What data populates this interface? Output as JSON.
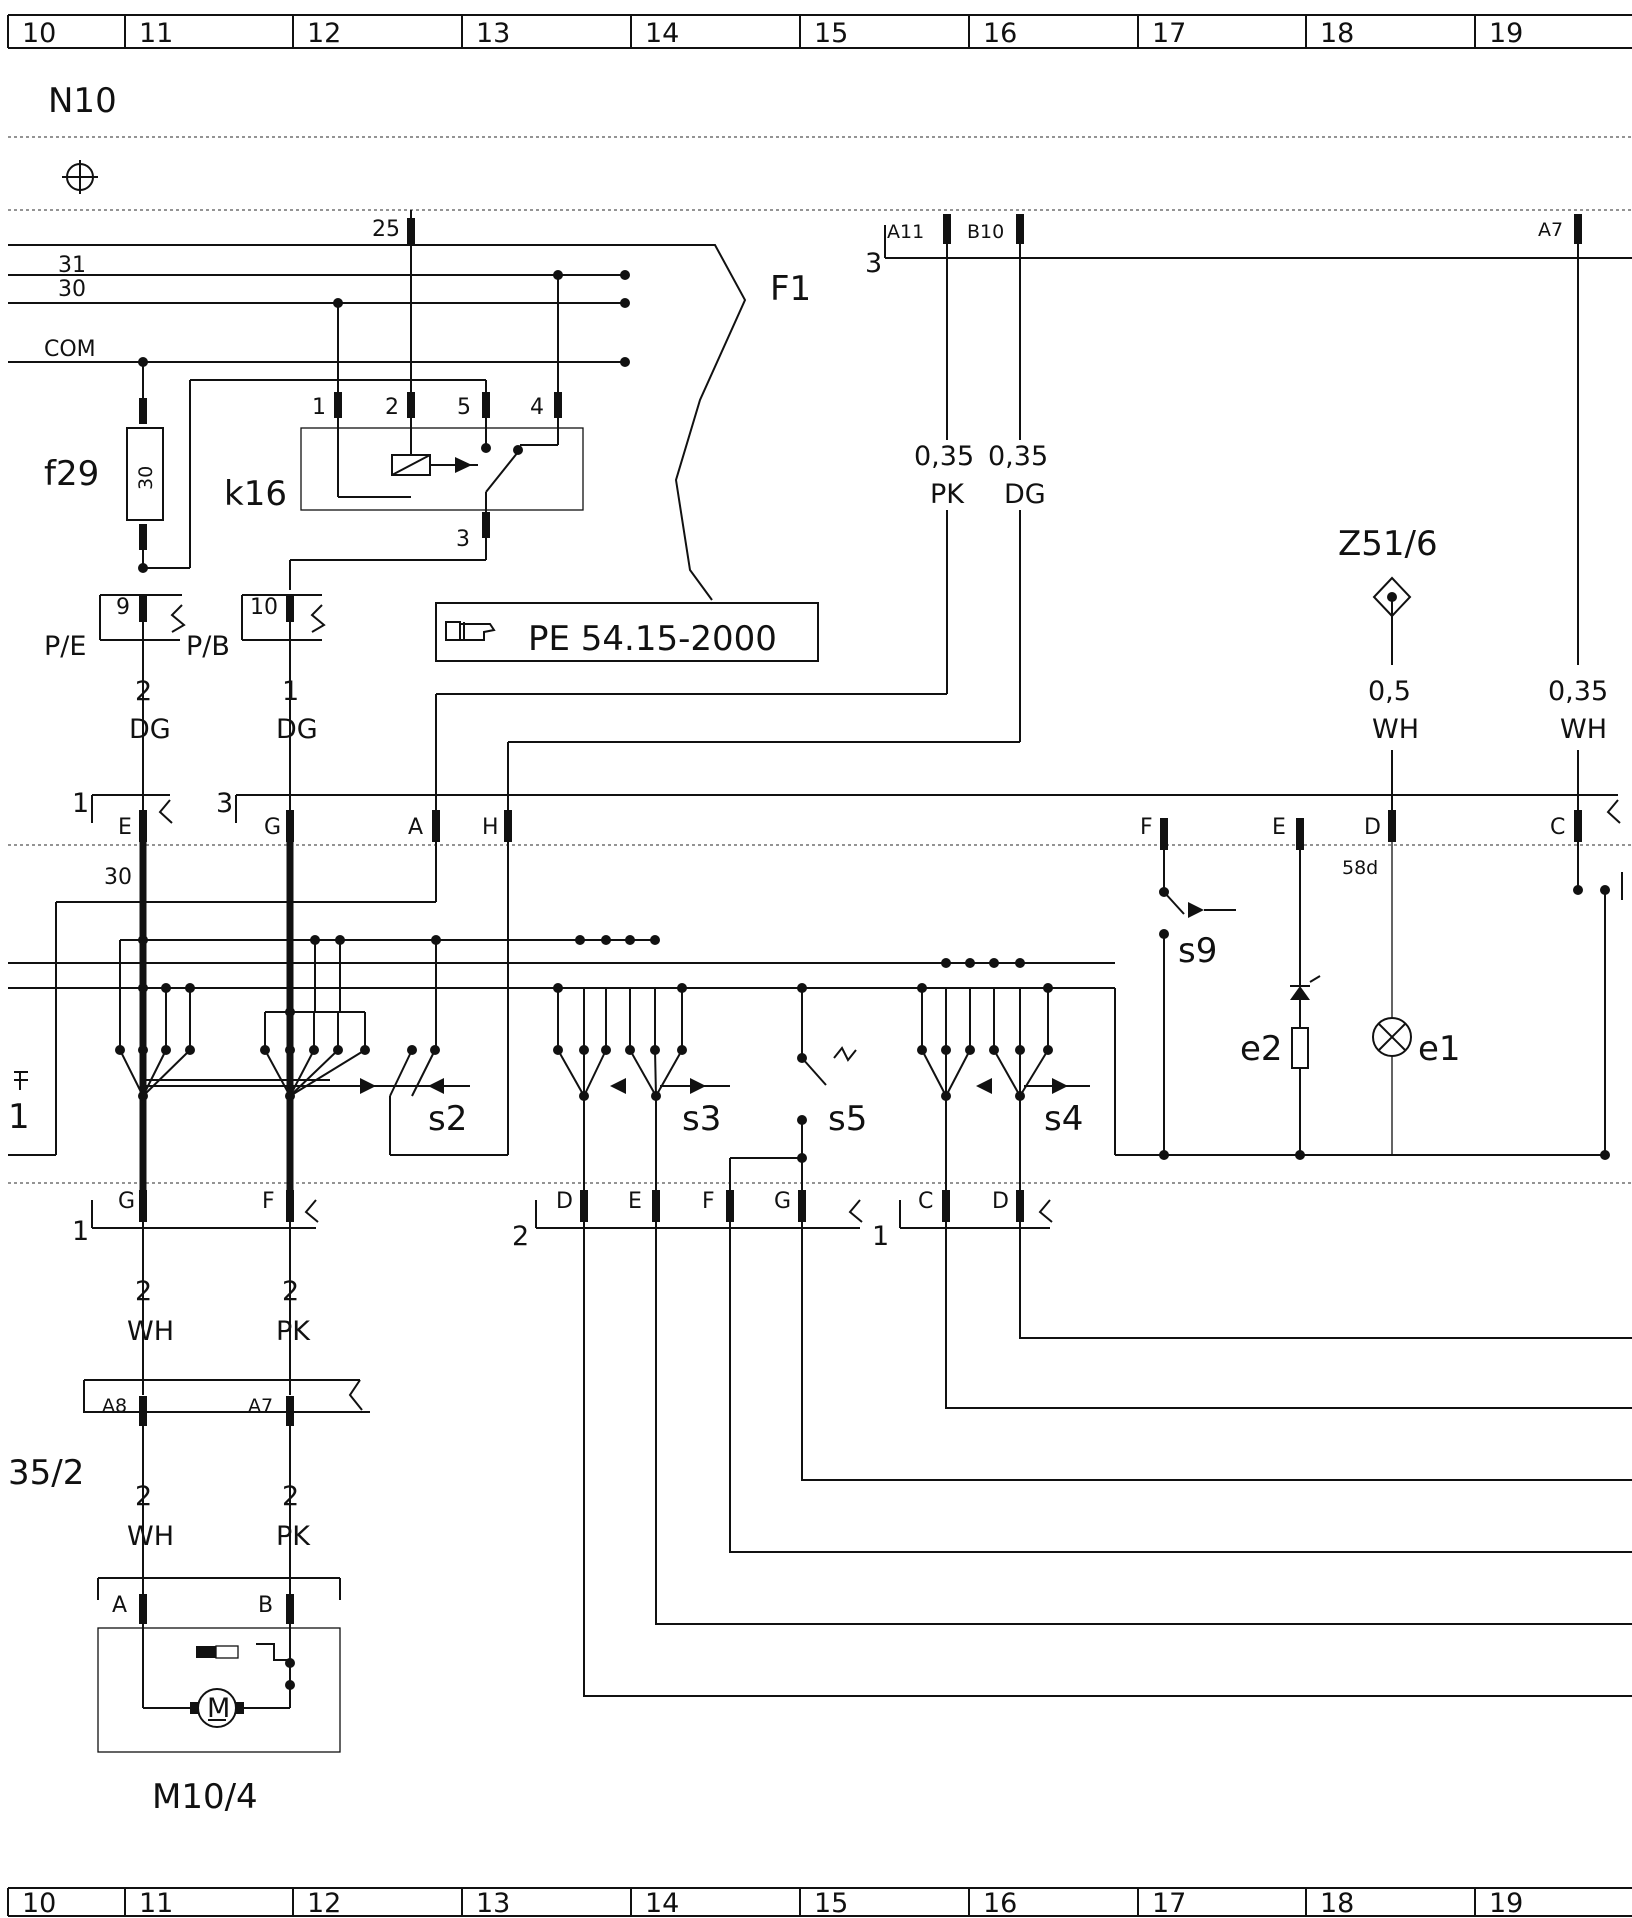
{
  "grid": {
    "columns": [
      "10",
      "11",
      "12",
      "13",
      "14",
      "15",
      "16",
      "17",
      "18",
      "19"
    ]
  },
  "header": {
    "module": "N10"
  },
  "icons": {
    "module_symbol": "crosshair-circle-icon",
    "reference_pointer": "pointing-hand-icon"
  },
  "labels": {
    "bus_31": "31",
    "bus_30": "30",
    "bus_com": "COM",
    "area_f1": "F1",
    "fuse": "f29",
    "fuse_rating": "30",
    "relay": "k16",
    "p_e": "P/E",
    "p_b": "P/B",
    "ref": "PE 54.15-2000",
    "ground_point": "Z51/6",
    "terminal_30": "30",
    "terminal_58d": "58d",
    "s2": "s2",
    "s3": "s3",
    "s4": "s4",
    "s5": "s5",
    "s9": "s9",
    "e1": "e1",
    "e2": "e2",
    "connector_35_2": "35/2",
    "motor": "M10/4",
    "motor_letter": "M"
  },
  "pins": {
    "relay_25": "25",
    "relay_1": "1",
    "relay_2": "2",
    "relay_5": "5",
    "relay_4": "4",
    "relay_3": "3",
    "n10_a11": "A11",
    "n10_b10": "B10",
    "n10_a7": "A7",
    "n10_conn": "3",
    "p9": "9",
    "p10": "10",
    "c1_num": "1",
    "c1_e": "E",
    "c3_num": "3",
    "c3_g": "G",
    "c3_a": "A",
    "c3_h": "H",
    "c3_f": "F",
    "c3_e": "E",
    "c3_d": "D",
    "c3_c": "C",
    "b1_num": "1",
    "b1_g": "G",
    "b1_f": "F",
    "b2_num": "2",
    "b2_d": "D",
    "b2_e": "E",
    "b2_f": "F",
    "b2_g": "G",
    "b3_num": "1",
    "b3_c": "C",
    "b3_d": "D",
    "x35_a8": "A8",
    "x35_a7": "A7",
    "m_a": "A",
    "m_b": "B",
    "left_edge_1": "1"
  },
  "wires": {
    "n10_a11_size": "0,35",
    "n10_a11_color": "PK",
    "n10_b10_size": "0,35",
    "n10_b10_color": "DG",
    "z51_size": "0,5",
    "z51_color": "WH",
    "a7_size": "0,35",
    "a7_color": "WH",
    "p9_size": "2",
    "p9_color": "DG",
    "p10_size": "1",
    "p10_color": "DG",
    "g_size": "2",
    "g_color": "WH",
    "f_size": "2",
    "f_color": "PK",
    "m_a_size": "2",
    "m_a_color": "WH",
    "m_b_size": "2",
    "m_b_color": "PK"
  }
}
